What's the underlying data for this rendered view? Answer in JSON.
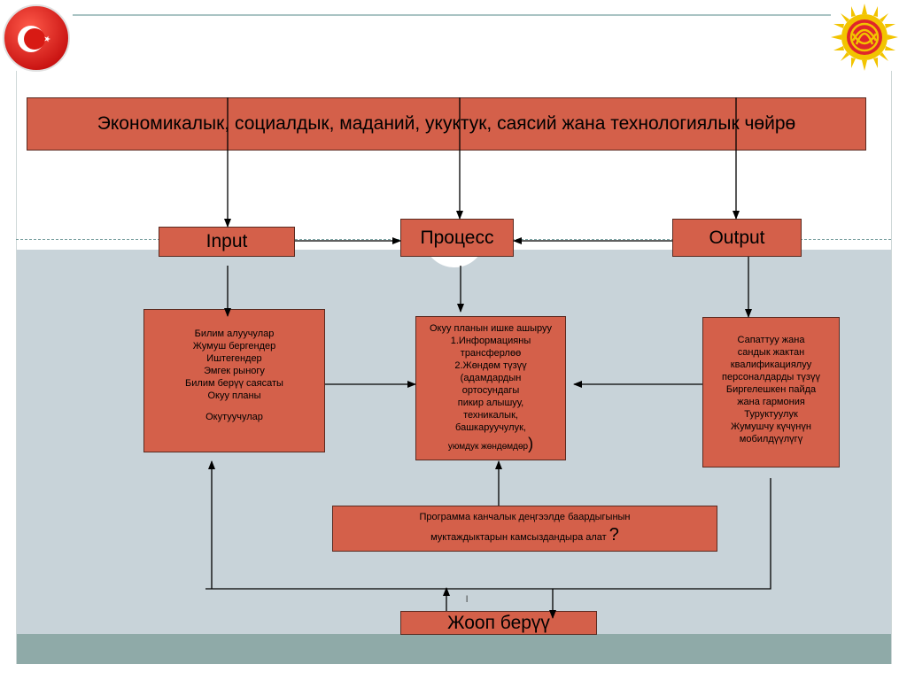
{
  "header": {
    "top_box": "Экономикалык, социалдык, маданий, укуктук, саясий жана технологиялык чөйрө"
  },
  "flow": {
    "input_label": "Input",
    "process_label": "Процесс",
    "output_label": "Output"
  },
  "input_box": {
    "lines": [
      "Билим алуучулар",
      "Жумуш бергендер",
      "Иштегендер",
      "Эмгек рыногу",
      "Билим берүү саясаты",
      "Окуу планы"
    ],
    "extra": "Окутуучулар"
  },
  "process_box": {
    "lines": [
      "Окуу планын ишке ашыруу",
      "1.Информацияны",
      "трансферлөө",
      "2.Жөндөм түзүү",
      "(адамдардын",
      "ортосундагы",
      "пикир алышуу,",
      "техникалык,",
      "башкаруучулук,"
    ],
    "last": "уюмдук жөндөмдөр",
    "paren": ")"
  },
  "output_box": {
    "lines": [
      "Сапаттуу жана",
      "сандык жактан",
      "квалификациялуу",
      "персоналдарды түзүү",
      "Биргелешкен пайда",
      "жана гармония",
      "Туруктуулук",
      "Жумушчу күчүнүн",
      "мобилдүүлүгү"
    ]
  },
  "question_box": {
    "line1": "Программа канчалык деңгээлде баардыгынын",
    "line2": "муктаждыктарын камсыздандыра алат",
    "mark": "?"
  },
  "feedback_box": {
    "label": "Жооп берүү"
  },
  "stray_mark": "l",
  "colors": {
    "box_fill": "#d4604a",
    "band": "#c8d3d9",
    "bottom_band": "#8faaa8"
  }
}
